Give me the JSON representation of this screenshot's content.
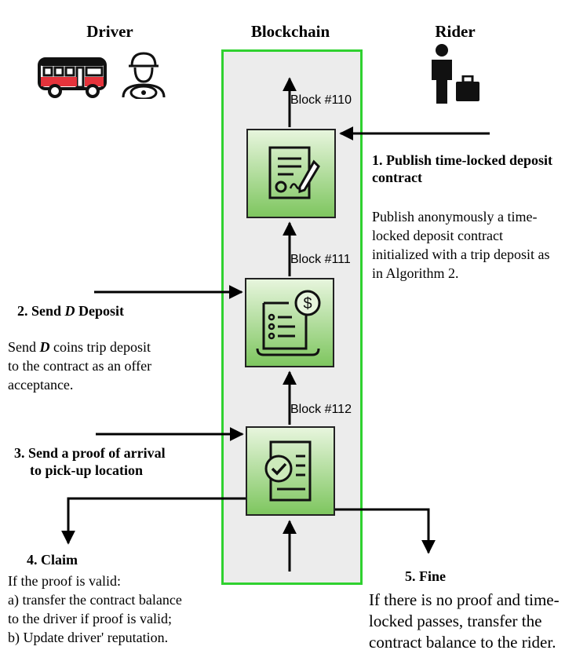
{
  "headers": {
    "driver": "Driver",
    "blockchain": "Blockchain",
    "rider": "Rider"
  },
  "icons": {
    "bus": "bus-icon",
    "driver": "driver-avatar-icon",
    "rider": "rider-person-icon",
    "luggage": "luggage-icon",
    "contract": "signed-contract-icon",
    "bill": "dollar-invoice-icon",
    "approved": "approved-document-icon"
  },
  "colors": {
    "chain_border": "#2fd12f",
    "block_top": "#e7f5dd",
    "block_bottom": "#7ec65f",
    "bus_red": "#e5333b"
  },
  "blocks": [
    {
      "label": "Block #110"
    },
    {
      "label": "Block #111"
    },
    {
      "label": "Block #112"
    }
  ],
  "steps": {
    "s1": {
      "title_line1": "1. Publish time-locked deposit",
      "title_line2": "contract",
      "body": [
        "Publish anonymously a time-",
        "locked deposit contract",
        "initialized with a trip deposit as",
        "in Algorithm 2."
      ]
    },
    "s2": {
      "title_prefix": "2. Send ",
      "title_var": "D",
      "title_suffix": " Deposit",
      "body_prefix": "Send ",
      "body_var": "D",
      "body_line1_rest": " coins trip deposit",
      "body": [
        "to the contract as an offer",
        "acceptance."
      ]
    },
    "s3": {
      "title_line1": "3. Send a proof of arrival",
      "title_line2": "to pick-up location"
    },
    "s4": {
      "title": "4. Claim",
      "body": [
        "If the proof is valid:",
        "a) transfer the contract balance",
        "to the driver if proof is valid;",
        "b) Update driver' reputation."
      ]
    },
    "s5": {
      "title": "5. Fine",
      "body": [
        "If there is no proof and time-",
        "locked  passes, transfer the",
        "contract balance to the rider."
      ]
    }
  }
}
